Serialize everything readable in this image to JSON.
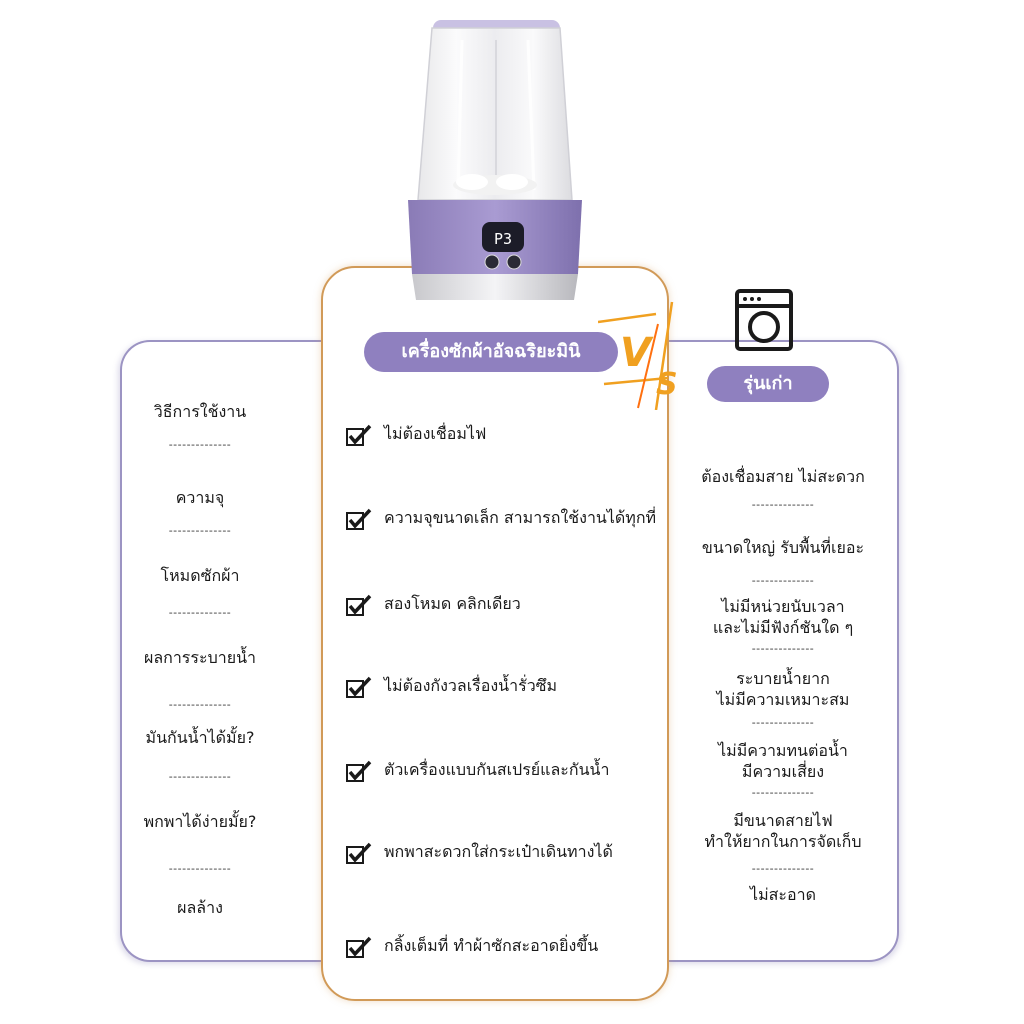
{
  "center": {
    "title": "เครื่องซักผ้าอัจฉริยะมินิ",
    "features": [
      "ไม่ต้องเชื่อมไฟ",
      "ความจุขนาดเล็ก สามารถใช้งานได้ทุกที่",
      "สองโหมด คลิกเดียว",
      "ไม่ต้องกังวลเรื่องน้ำรั่วซึม",
      "ตัวเครื่องแบบกันสเปรย์และกันน้ำ",
      "พกพาสะดวกใส่กระเป๋าเดินทางได้",
      "กลิ้งเต็มที่ ทำผ้าซักสะอาดยิ่งขึ้น"
    ]
  },
  "left": {
    "labels": [
      "วิธีการใช้งาน",
      "ความจุ",
      "โหมดซักผ้า",
      "ผลการระบายน้ำ",
      "มันกันน้ำได้มั้ย?",
      "พกพาได้ง่ายมั้ย?",
      "ผลล้าง"
    ],
    "divider": "--------------"
  },
  "right": {
    "title": "รุ่นเก่า",
    "items": [
      {
        "line1": "ต้องเชื่อมสาย ไม่สะดวก",
        "line2": ""
      },
      {
        "line1": "ขนาดใหญ่ รับพื้นที่เยอะ",
        "line2": ""
      },
      {
        "line1": "ไม่มีหน่วยนับเวลา",
        "line2": "และไม่มีฟังก์ชันใด ๆ"
      },
      {
        "line1": "ระบายน้ำยาก",
        "line2": "ไม่มีความเหมาะสม"
      },
      {
        "line1": "ไม่มีความทนต่อน้ำ",
        "line2": "มีความเสี่ยง"
      },
      {
        "line1": "มีขนาดสายไฟ",
        "line2": "ทำให้ยากในการจัดเก็บ"
      },
      {
        "line1": "ไม่สะอาด",
        "line2": ""
      }
    ],
    "divider": "--------------"
  },
  "vs_label": "VS",
  "device_display": "P3",
  "icons": {
    "check": "check-icon",
    "washing_machine": "washing-machine-icon"
  },
  "colors": {
    "accent_purple": "#8f80bf",
    "panel_border_purple": "#9c94c3",
    "panel_border_orange": "#d19a58",
    "vs_orange": "#f0a020"
  }
}
